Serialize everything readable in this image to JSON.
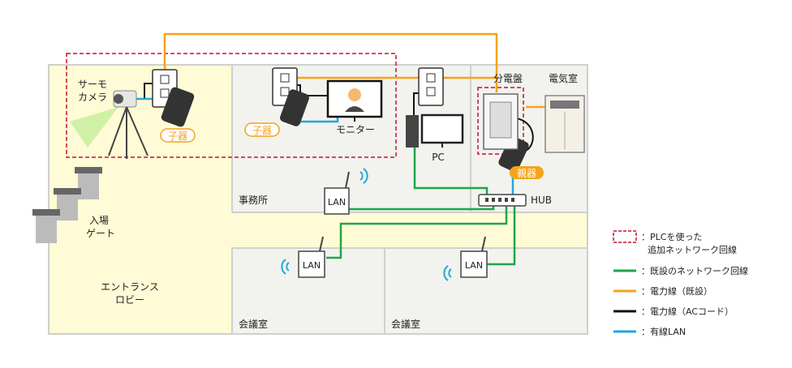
{
  "rooms": {
    "entrance_lobby": [
      "エントランス",
      "ロビー"
    ],
    "entrance_gate": [
      "入場",
      "ゲート"
    ],
    "office": "事務所",
    "meeting_room_1": "会議室",
    "meeting_room_2": "会議室",
    "electric_room": "電気室",
    "distribution_board": "分電盤"
  },
  "devices": {
    "thermo_camera": [
      "サーモ",
      "カメラ"
    ],
    "slave_1": "子器",
    "slave_2": "子器",
    "monitor": "モニター",
    "pc": "PC",
    "master": "親器",
    "hub": "HUB",
    "lan_office": "LAN",
    "lan_meeting_1": "LAN",
    "lan_meeting_2": "LAN"
  },
  "legend": [
    {
      "key": "plc",
      "style": "dashed-box",
      "color": "#c8102e",
      "lines": [
        "：PLCを使った",
        "追加ネットワーク回線"
      ]
    },
    {
      "key": "existing-network",
      "style": "line",
      "color": "#1fa64a",
      "lines": [
        "：既設のネットワーク回線"
      ]
    },
    {
      "key": "power-existing",
      "style": "line",
      "color": "#f5a31a",
      "lines": [
        "：電力線（既設）"
      ]
    },
    {
      "key": "power-ac",
      "style": "line",
      "color": "#111111",
      "lines": [
        "：電力線（ACコード）"
      ]
    },
    {
      "key": "wired-lan",
      "style": "line",
      "color": "#22a7e0",
      "lines": [
        "：有線LAN"
      ]
    }
  ],
  "colors": {
    "plc": "#c8102e",
    "network": "#1fa64a",
    "power": "#f5a31a",
    "ac": "#111111",
    "lan": "#22a7e0",
    "lobby": "#fffbd6",
    "room": "#f2f2ee",
    "wall": "#d0d0cc",
    "tag_orange": "#f5a31a"
  }
}
